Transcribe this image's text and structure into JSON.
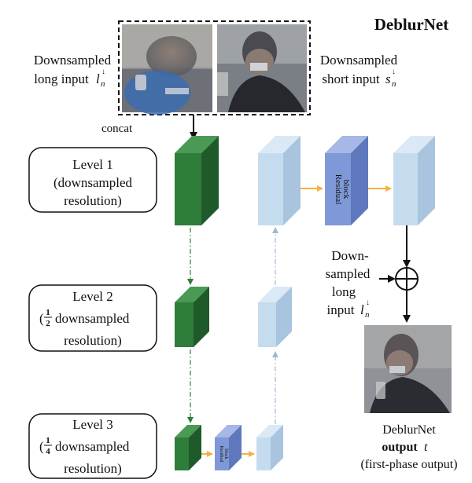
{
  "title": "DeblurNet",
  "inputs": {
    "long_line1": "Downsampled",
    "long_line2": "long input",
    "long_symbol": "l",
    "long_sub": "n",
    "long_sup": "↓",
    "short_line1": "Downsampled",
    "short_line2": "short input",
    "short_symbol": "s",
    "short_sub": "n",
    "short_sup": "↓",
    "concat": "concat"
  },
  "levels": [
    {
      "line1": "Level 1",
      "line2": "(downsampled",
      "line3": "resolution)"
    },
    {
      "line1": "Level 2",
      "frac_num": "1",
      "frac_den": "2",
      "line2_rest": "downsampled",
      "line3": "resolution)"
    },
    {
      "line1": "Level 3",
      "frac_num": "1",
      "frac_den": "4",
      "line2_rest": "downsampled",
      "line3": "resolution)"
    }
  ],
  "residual_block": {
    "line1": "Residual",
    "line2": "block"
  },
  "residual_small": {
    "line1": "Residual",
    "line2": "block"
  },
  "add_input": {
    "line1": "Down-",
    "line2": "sampled",
    "line3": "long",
    "line4": "input",
    "symbol": "l",
    "sub": "n",
    "sup": "↓"
  },
  "output": {
    "line1": "DeblurNet",
    "line2_bold": "output",
    "line2_symbol": "t",
    "line3": "(first-phase output)"
  },
  "colors": {
    "green_front": "#2e7d3a",
    "green_side": "#1f5a2a",
    "green_top": "#4a9a55",
    "light_front": "#c5dcef",
    "light_side": "#a8c4de",
    "light_top": "#dbe9f6",
    "res_front": "#7f99d8",
    "res_side": "#5f78bd",
    "res_top": "#a5b8e6",
    "arrow_orange": "#f5b041",
    "arrow_green": "#2e7d3a",
    "arrow_light": "#a0b8d0"
  },
  "icons": [
    "plus-circle-icon"
  ]
}
